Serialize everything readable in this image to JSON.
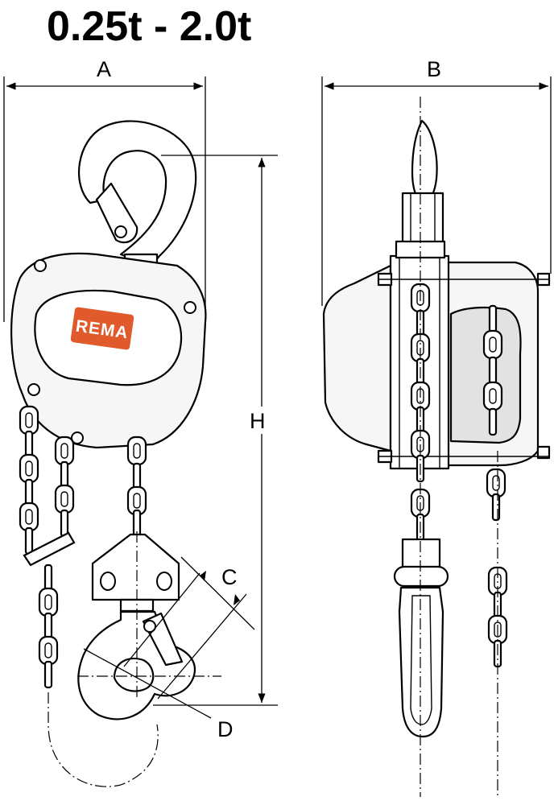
{
  "title": "0.25t - 2.0t",
  "brand": {
    "text": "REMA",
    "color": "#e05a2b"
  },
  "dimensions": {
    "a": "A",
    "b": "B",
    "c": "C",
    "d": "D",
    "h": "H"
  }
}
